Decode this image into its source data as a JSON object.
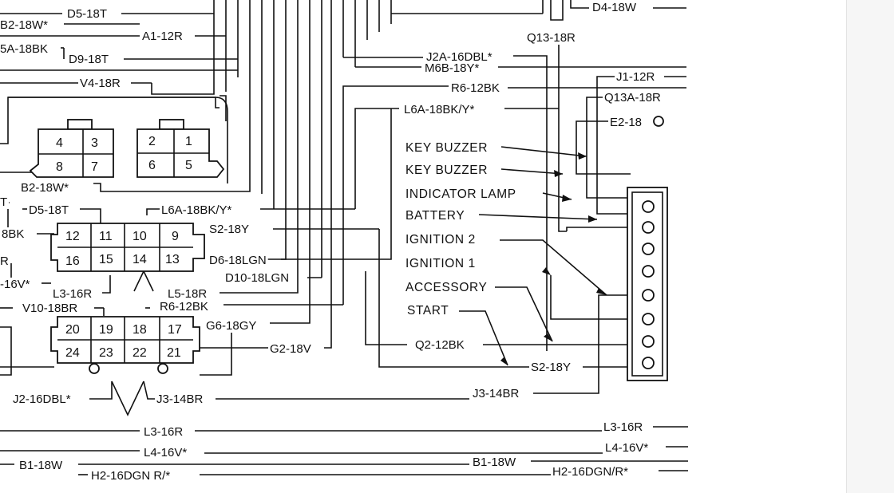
{
  "labels": {
    "d5_top": "D5-18T",
    "b2_left": "B2-18W*",
    "a1": "A1-12R",
    "g5a": "5A-18BK",
    "d9": "D9-18T",
    "v4": "V4-18R",
    "d4": "D4-18W",
    "q13": "Q13-18R",
    "j2a": "J2A-16DBL*",
    "m6b": "M6B-18Y*",
    "r6_right": "R6-12BK",
    "l6a_right": "L6A-18BK/Y*",
    "j1": "J1-12R",
    "q13a": "Q13A-18R",
    "e2": "E2-18",
    "b2_mid": "B2-18W*",
    "t_frag": "T",
    "d5_mid": "D5-18T",
    "l6a_mid": "L6A-18BK/Y*",
    "s2_mid": "S2-18Y",
    "bk_frag": "8BK",
    "d6": "D6-18LGN",
    "d10": "D10-18LGN",
    "v16_frag": "-16V*",
    "r_frag": "R",
    "l3_mid": "L3-16R",
    "l5": "L5-18R",
    "v10": "V10-18BR",
    "r6_mid": "R6-12BK",
    "g6": "G6-18GY",
    "g2": "G2-18V",
    "q2": "Q2-12BK",
    "s2_low": "S2-18Y",
    "j2_low": "J2-16DBL*",
    "j3_low": "J3-14BR",
    "j3_right": "J3-14BR",
    "l3_a": "L3-16R",
    "l3_b": "L3-16R",
    "l4_a": "L4-16V*",
    "l4_b": "L4-16V*",
    "b1_a": "B1-18W",
    "b1_b": "B1-18W",
    "h2_a": "H2-16DGN R/*",
    "h2_b": "H2-16DGN/R*"
  },
  "functions": [
    "KEY BUZZER",
    "KEY BUZZER",
    "INDICATOR LAMP",
    "BATTERY",
    "IGNITION 2",
    "IGNITION 1",
    "ACCESSORY",
    "START"
  ],
  "pins": {
    "c1": [
      "4",
      "3",
      "8",
      "7"
    ],
    "c2": [
      "2",
      "1",
      "6",
      "5"
    ],
    "c3": [
      "12",
      "11",
      "10",
      "9",
      "16",
      "15",
      "14",
      "13"
    ],
    "c4": [
      "20",
      "19",
      "18",
      "17",
      "24",
      "23",
      "22",
      "21"
    ]
  }
}
